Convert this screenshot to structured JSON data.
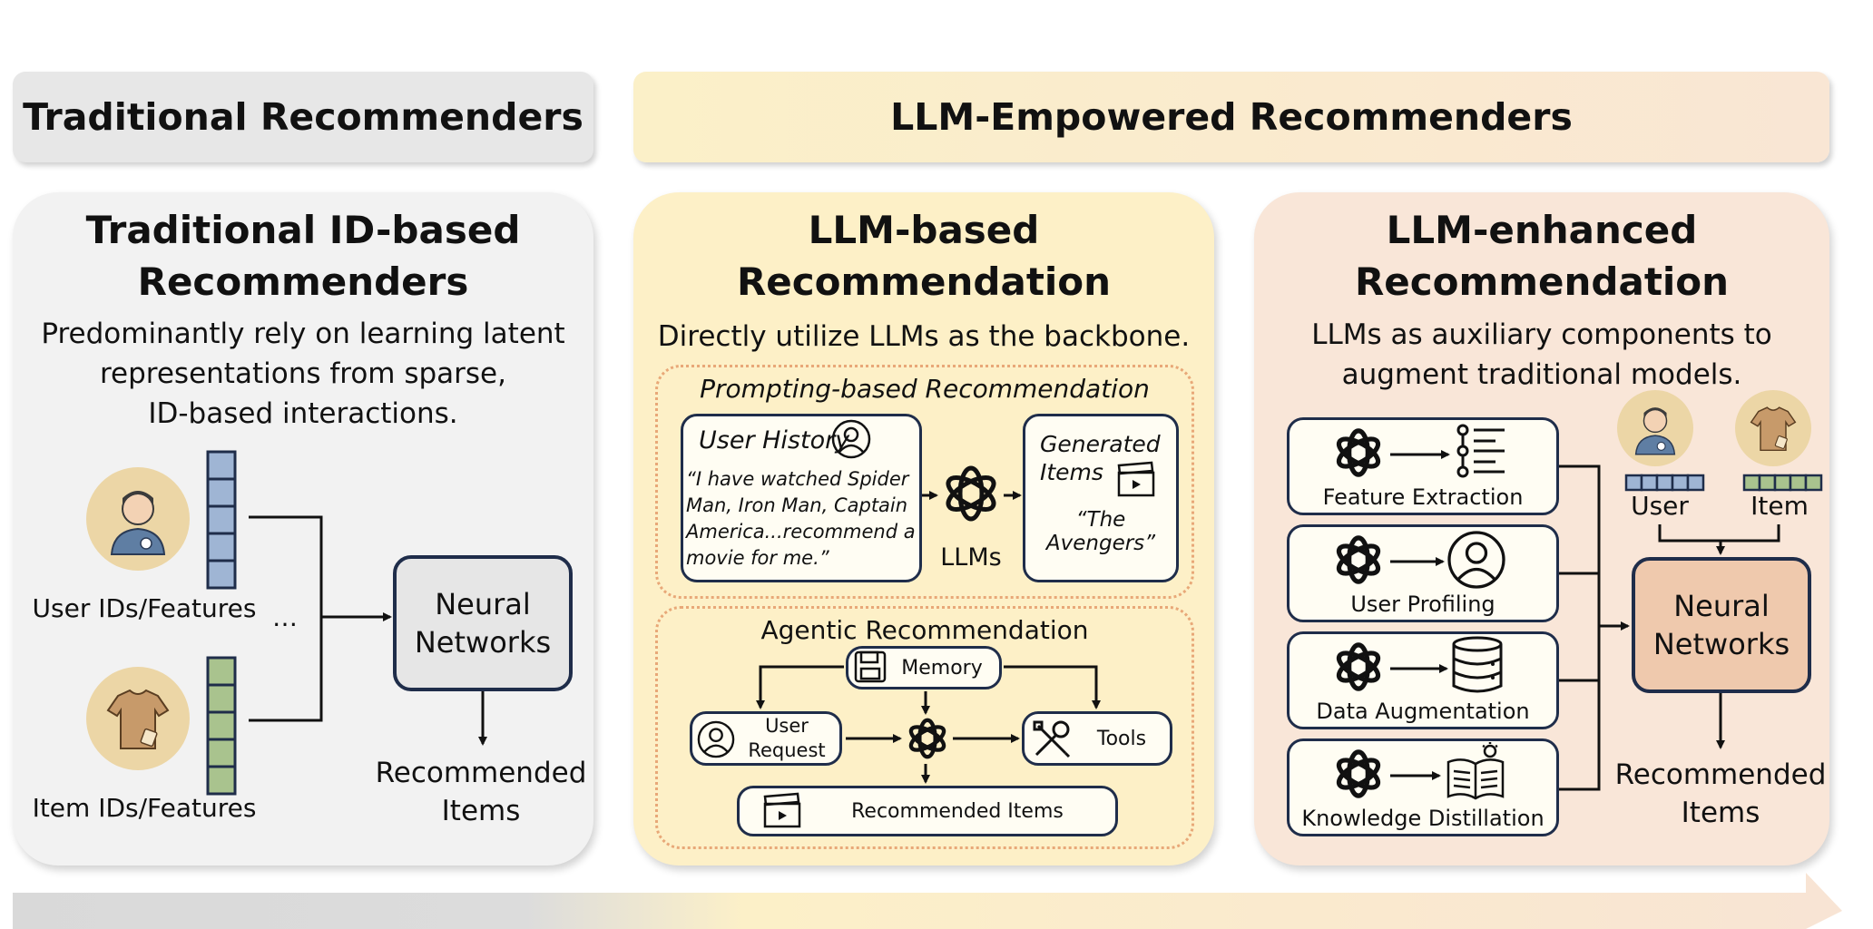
{
  "header": {
    "traditional": "Traditional Recommenders",
    "llm": "LLM-Empowered Recommenders"
  },
  "traditional": {
    "title": "Traditional ID-based\nRecommenders",
    "desc": "Predominantly rely on learning latent\nrepresentations from sparse,\nID-based interactions.",
    "user_label": "User IDs/Features",
    "item_label": "Item IDs/Features",
    "ellipsis": "…",
    "nn": "Neural\nNetworks",
    "output": "Recommended\nItems"
  },
  "llm_based": {
    "title": "LLM-based\nRecommendation",
    "desc": "Directly utilize LLMs as the backbone.",
    "prompting": {
      "title": "Prompting-based Recommendation",
      "user_history": "User History",
      "quote": "“I have watched Spider Man, Iron Man, Captain America...recommend a movie for me.”",
      "llms": "LLMs",
      "generated": "Generated\nItems",
      "result": "“The Avengers”"
    },
    "agentic": {
      "title": "Agentic Recommendation",
      "memory": "Memory",
      "user_request": "User\nRequest",
      "tools": "Tools",
      "recommended": "Recommended Items"
    }
  },
  "llm_enhanced": {
    "title": "LLM-enhanced\nRecommendation",
    "desc": "LLMs as auxiliary components to\naugment traditional models.",
    "modules": [
      "Feature Extraction",
      "User Profiling",
      "Data Augmentation",
      "Knowledge Distillation"
    ],
    "user": "User",
    "item": "Item",
    "nn": "Neural\nNetworks",
    "output": "Recommended\nItems"
  },
  "colors": {
    "navy": "#1f2d4a",
    "blue_embedding": "#9fb5d4",
    "green_embedding": "#a9c38e",
    "avatar_bg": "#ecd6a6"
  },
  "icons": [
    "person-outline-icon",
    "user-avatar-icon",
    "tshirt-icon",
    "openai-logo-icon",
    "clapperboard-icon",
    "floppy-disk-icon",
    "tools-icon",
    "list-icon",
    "database-icon",
    "book-lightbulb-icon"
  ]
}
